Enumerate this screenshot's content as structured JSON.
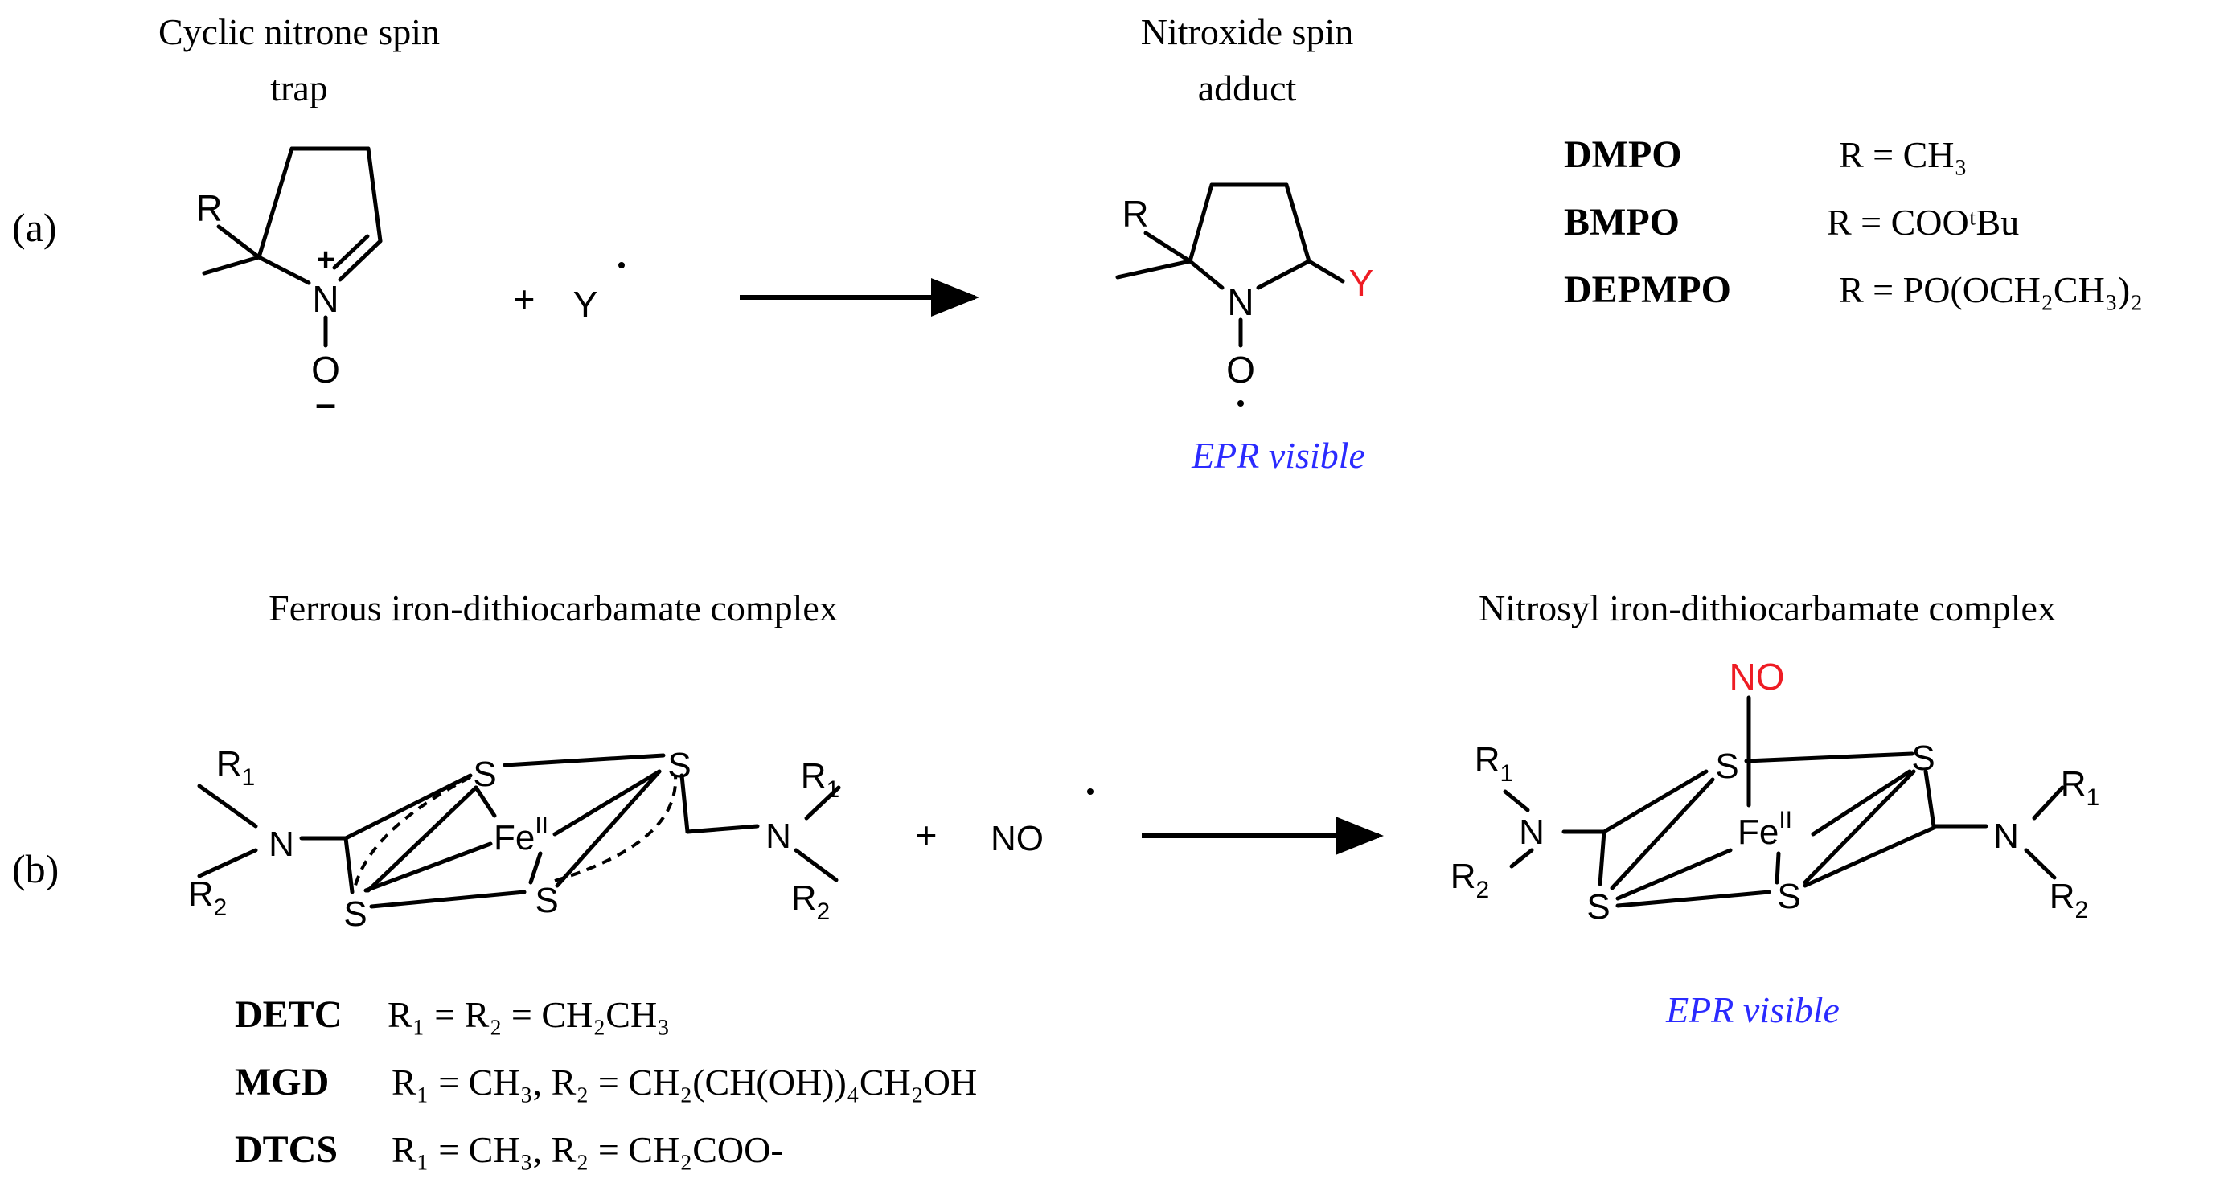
{
  "panel_a": {
    "label": "(a)",
    "trap_title_1": "Cyclic nitrone spin",
    "trap_title_2": "trap",
    "adduct_title_1": "Nitroxide spin",
    "adduct_title_2": "adduct",
    "plus": "+",
    "radical": "Y",
    "adduct_radical": "Y",
    "epr_label": "EPR visible",
    "trap_atoms": {
      "r": "R",
      "n": "N",
      "o": "O",
      "charge_plus": "+",
      "charge_minus": "–"
    },
    "adduct_atoms": {
      "r": "R",
      "n": "N",
      "o": "O"
    },
    "legend": [
      {
        "name": "DMPO",
        "formula": "R = CH₃"
      },
      {
        "name": "BMPO",
        "formula": "R = COOᵗBu"
      },
      {
        "name": "DEPMPO",
        "formula": "R = PO(OCH₂CH₃)₂"
      }
    ]
  },
  "panel_b": {
    "label": "(b)",
    "ferrous_title": "Ferrous iron-dithiocarbamate complex",
    "nitrosyl_title": "Nitrosyl iron-dithiocarbamate complex",
    "plus": "+",
    "radical": "NO",
    "nitrosyl_no": "NO",
    "epr_label": "EPR visible",
    "atoms": {
      "fe": "Fe",
      "fe_ox": "II",
      "s": "S",
      "n": "N",
      "r1": "R",
      "r2": "R",
      "sub1": "1",
      "sub2": "2"
    },
    "legend": [
      {
        "name": "DETC",
        "formula": "R₁ = R₂ = CH₂CH₃"
      },
      {
        "name": "MGD",
        "formula": "R₁ = CH₃, R₂ = CH₂(CH(OH))₄CH₂OH"
      },
      {
        "name": "DTCS",
        "formula": "R₁ = CH₃, R₂ = CH₂COO-"
      }
    ]
  },
  "colors": {
    "highlight": "#ee1c24",
    "epr": "#2b2bff",
    "ink": "#000000"
  }
}
